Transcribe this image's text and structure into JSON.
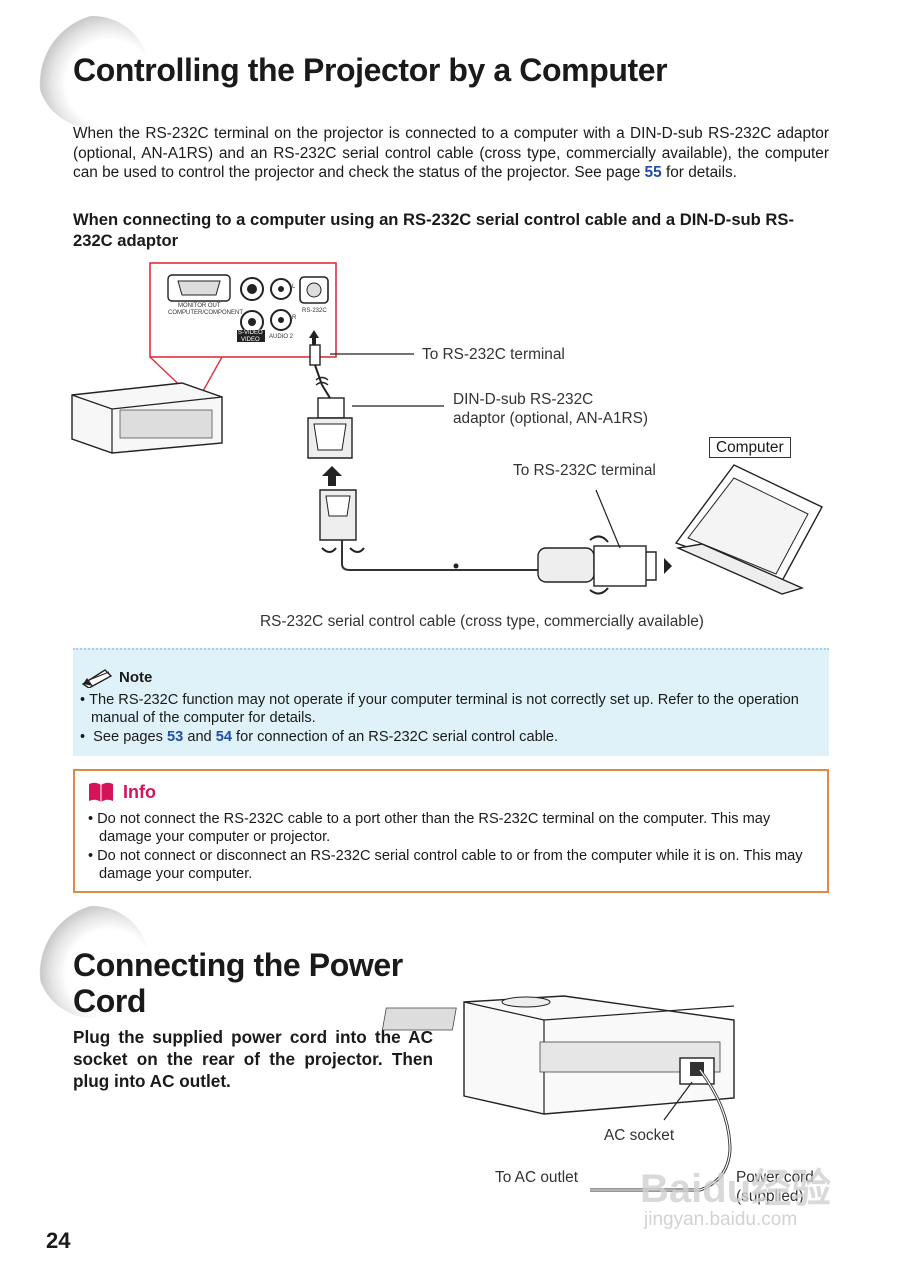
{
  "section1": {
    "title": "Controlling the Projector by a Computer",
    "intro_before": "When the RS-232C terminal on the projector is connected to a computer with a DIN-D-sub RS-232C adaptor (optional, AN-A1RS) and an RS-232C serial control cable (cross type, commercially available), the computer can be used to control the projector and check the status of the projector. See page",
    "intro_page": "55",
    "intro_after": "for details.",
    "subheading": "When connecting to a computer using an RS-232C serial control cable and a DIN-D-sub RS-232C adaptor"
  },
  "diagram": {
    "panel_labels": {
      "monitor_out": "MONITOR OUT",
      "computer_component": "COMPUTER/COMPONENT",
      "svideo": "S-VIDEO",
      "video": "VIDEO",
      "audio2": "AUDIO 2",
      "rs232c": "RS-232C",
      "l": "L",
      "r": "R"
    },
    "label_rs232c_terminal_top": "To RS-232C terminal",
    "label_adaptor_line1": "DIN-D-sub RS-232C",
    "label_adaptor_line2": "adaptor (optional, AN-A1RS)",
    "label_computer": "Computer",
    "label_rs232c_terminal_right": "To RS-232C terminal",
    "label_cable": "RS-232C serial control cable (cross type, commercially available)"
  },
  "note": {
    "title": "Note",
    "bullet1": "The RS-232C function may not operate if your computer terminal is not correctly set up. Refer to the operation manual of the computer for details.",
    "bullet2_before": "See pages",
    "bullet2_page1": "53",
    "bullet2_and": "and",
    "bullet2_page2": "54",
    "bullet2_after": "for connection of an RS-232C serial control cable."
  },
  "info": {
    "title": "Info",
    "bullet1": "Do not connect the RS-232C cable to a port other than the RS-232C terminal on the computer. This may damage your computer or projector.",
    "bullet2": "Do not connect or disconnect an RS-232C serial control cable to or from the computer while it is on. This may damage your computer."
  },
  "section2": {
    "title_line1": "Connecting the Power",
    "title_line2": "Cord",
    "text": "Plug the supplied power cord into the AC socket on the rear of the projector. Then plug into AC outlet.",
    "label_ac_socket": "AC socket",
    "label_ac_outlet": "To AC outlet",
    "label_power_cord_line1": "Power cord",
    "label_power_cord_line2": "(supplied)"
  },
  "page_number": "24",
  "watermark": {
    "brand": "Baidu经验",
    "url": "jingyan.baidu.com"
  },
  "colors": {
    "link": "#1f4fa8",
    "note_bg": "#dff2fa",
    "info_border": "#e08a3c",
    "info_title": "#d4145a",
    "callout_red": "#e0303a"
  }
}
